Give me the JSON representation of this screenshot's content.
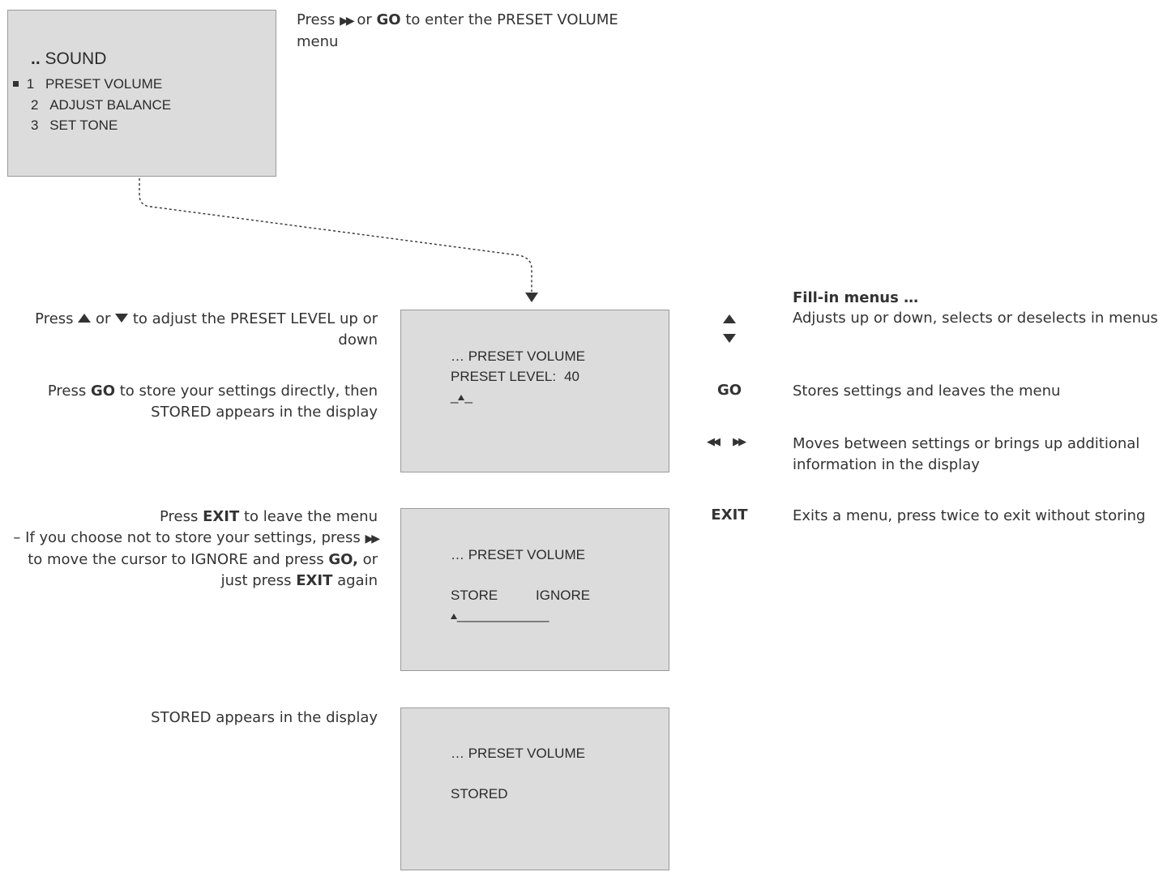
{
  "intro": {
    "before_icon": "Press ",
    "icon": "fast-forward-icon",
    "middle": " or ",
    "go": "GO",
    "after": " to enter the PRESET VOLUME menu"
  },
  "sound_menu": {
    "title_dots": "..",
    "title": "SOUND",
    "items": [
      {
        "num": "1",
        "label": "PRESET VOLUME",
        "selected": true
      },
      {
        "num": "2",
        "label": "ADJUST BALANCE",
        "selected": false
      },
      {
        "num": "3",
        "label": "SET TONE",
        "selected": false
      }
    ]
  },
  "screen_preset_level": {
    "title": "… PRESET VOLUME",
    "level_label": "PRESET LEVEL:",
    "level_value": "40",
    "cursor_left": "_",
    "cursor_right": "_"
  },
  "screen_store": {
    "title": "… PRESET VOLUME",
    "store": "STORE",
    "ignore": "IGNORE",
    "underline": "____________"
  },
  "screen_stored": {
    "title": "… PRESET VOLUME",
    "stored": "STORED"
  },
  "instructions": {
    "adjust_p1": "Press ",
    "adjust_or": " or ",
    "adjust_p2": " to adjust the PRESET LEVEL up or",
    "adjust_p3": "down",
    "store_p1": "Press ",
    "store_go": "GO",
    "store_p2": " to store your settings directly, then",
    "store_p3": "STORED appears in the display",
    "exit_p1": "Press ",
    "exit_key": "EXIT",
    "exit_p2": " to leave the menu",
    "exit_l2": "– If you choose not to store your settings, press ",
    "exit_l3a": "to move the cursor to IGNORE and press ",
    "exit_l3_go": "GO,",
    "exit_l3b": " or",
    "exit_l4a": "just press ",
    "exit_l4_exit": "EXIT",
    "exit_l4b": " again",
    "stored_text": "STORED appears in the display"
  },
  "legend": {
    "title": "Fill-in menus …",
    "updown_text": "Adjusts up or down, selects or deselects in menus",
    "go_key": "GO",
    "go_text": "Stores settings and leaves the menu",
    "arrows_text_1": "Moves between settings or brings up additional",
    "arrows_text_2": "information in the display",
    "exit_key": "EXIT",
    "exit_text": "Exits a menu, press twice to exit without storing"
  },
  "colors": {
    "screen_bg": "#dcdcdc",
    "text": "#333333",
    "border": "#9a9a9a"
  }
}
